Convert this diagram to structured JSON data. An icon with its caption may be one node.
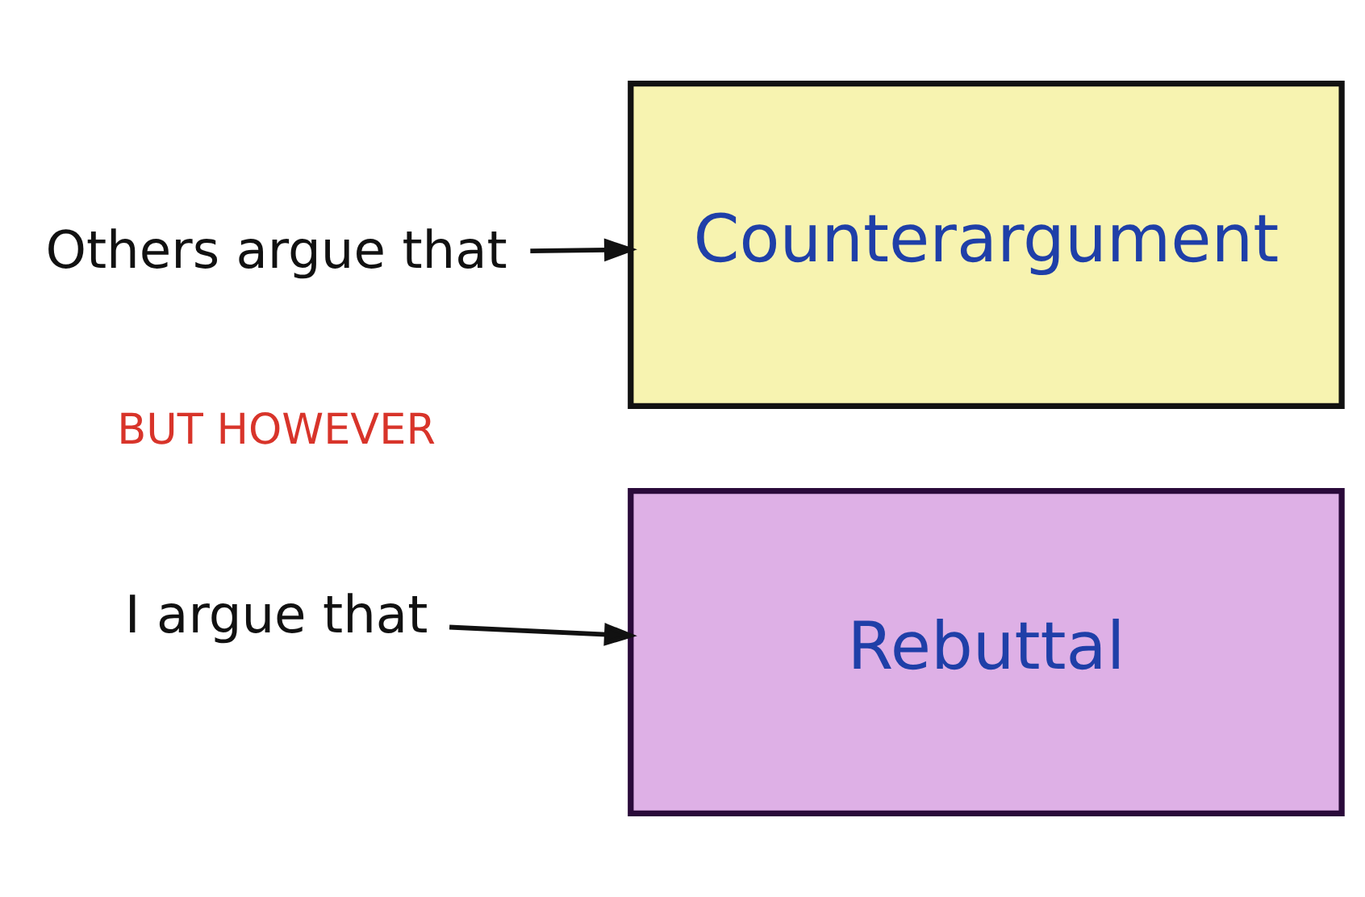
{
  "diagram": {
    "nodes": [
      {
        "text": [
          "Others argue that"
        ]
      },
      {
        "text": [
          "Counterargument"
        ]
      },
      {
        "text": [
          "I argue that"
        ]
      },
      {
        "text": [
          "Rebuttal"
        ]
      }
    ],
    "edges": [
      {
        "from": 0,
        "to": 1,
        "arrow": "to"
      },
      {
        "from": 2,
        "to": 3,
        "arrow": "to"
      }
    ],
    "labels": [
      "BUT HOWEVER"
    ]
  }
}
